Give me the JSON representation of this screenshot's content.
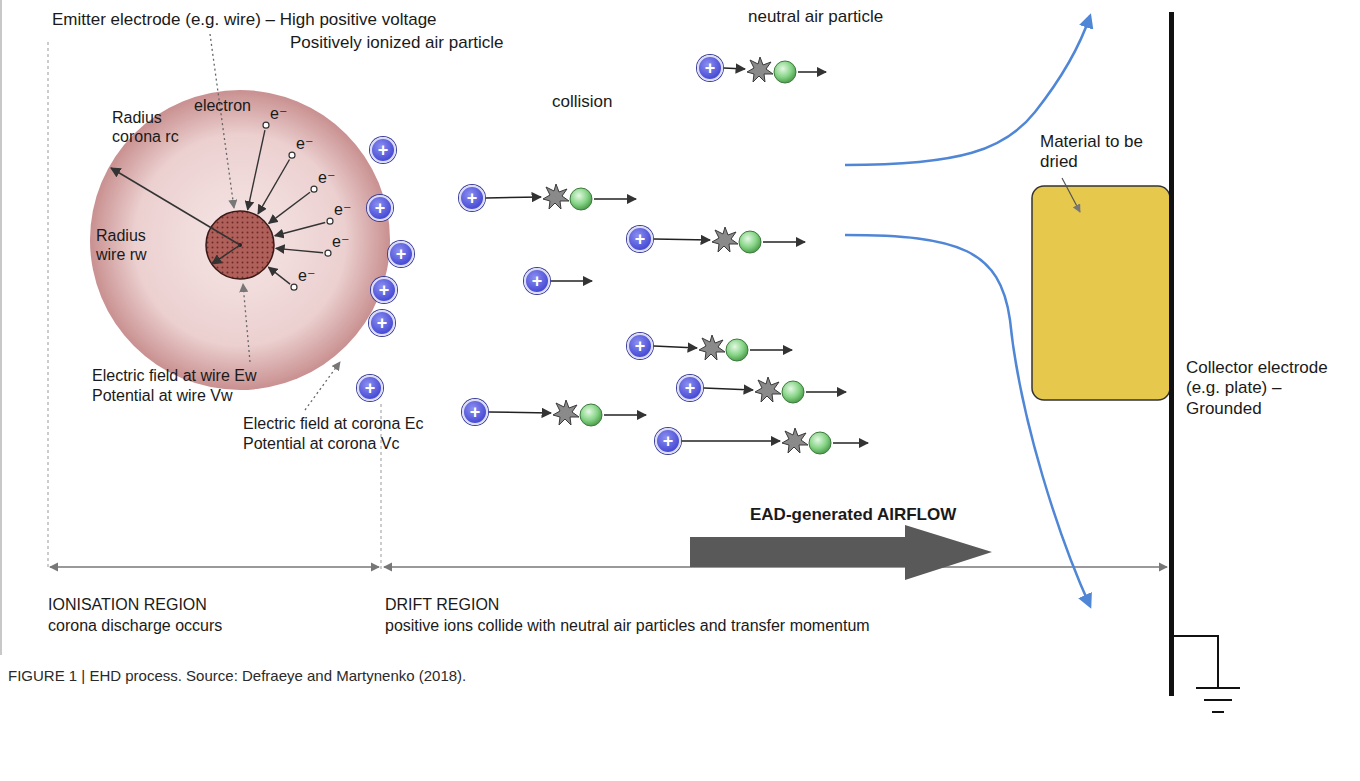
{
  "diagram": {
    "caption": "FIGURE 1 | EHD process. Source: Defraeye and Martynenko (2018).",
    "nodes": [
      {
        "text": [
          "Radius corona rc",
          "electron",
          "e⁻",
          "e⁻",
          "e⁻",
          "e⁻",
          "e⁻",
          "e⁻",
          "Radius wire rw"
        ]
      },
      {
        "text": [
          "+"
        ]
      },
      {
        "text": [
          "+"
        ]
      },
      {
        "text": [
          "+"
        ]
      },
      {
        "text": [
          "+"
        ]
      },
      {
        "text": [
          "+"
        ]
      },
      {
        "text": [
          "+"
        ]
      },
      {
        "text": [
          "+"
        ]
      },
      {
        "text": [
          "+"
        ]
      },
      {
        "text": [
          "+"
        ]
      },
      {
        "text": [
          "+"
        ]
      },
      {
        "text": [
          "+"
        ]
      },
      {
        "text": [
          "+"
        ]
      },
      {
        "text": [
          "+"
        ]
      },
      {
        "text": [
          "+"
        ]
      }
    ],
    "labels": [
      "Emitter electrode (e.g. wire) – High positive voltage",
      "Positively ionized air particle",
      "neutral air particle",
      "collision",
      "Electric field at wire Ew",
      "Potential at wire Vw",
      "Electric field at corona Ec",
      "Potential at corona Vc",
      "Material to be dried",
      "Collector electrode (e.g. plate) – Grounded",
      "EAD-generated AIRFLOW",
      "IONISATION REGION",
      "corona discharge occurs",
      "DRIFT REGION",
      "positive ions collide with neutral air particles and transfer momentum"
    ]
  }
}
